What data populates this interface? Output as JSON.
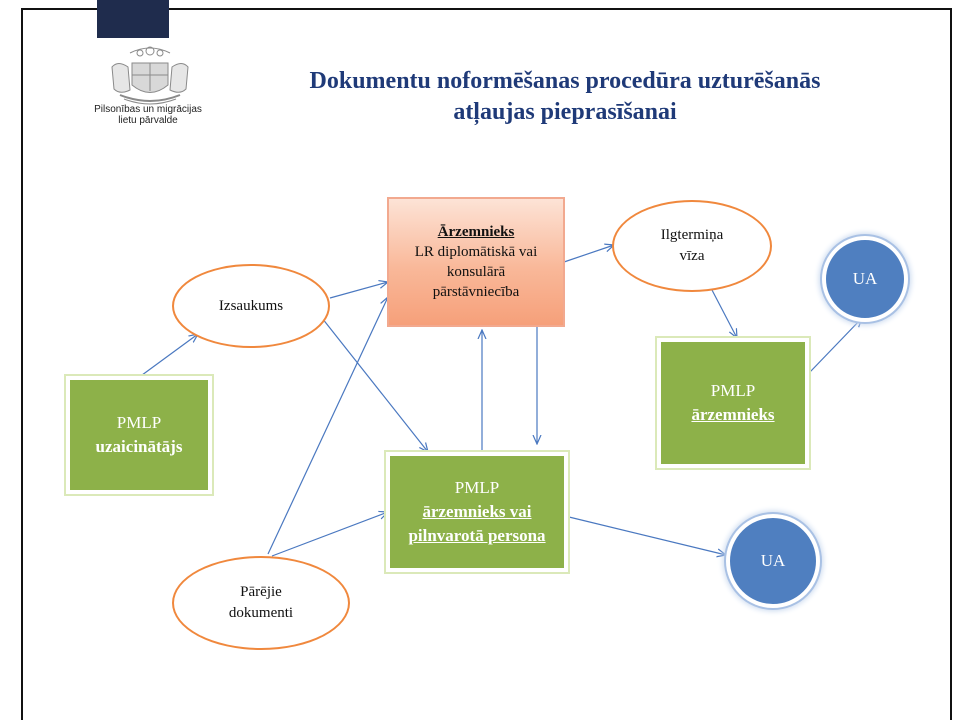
{
  "header": {
    "title_line1": "Dokumentu noformēšanas procedūra uzturēšanās",
    "title_line2": "atļaujas pieprasīšanai",
    "org_line1": "Pilsonības un migrācijas",
    "org_line2": "lietu pārvalde"
  },
  "nodes": {
    "izsaukums": "Izsaukums",
    "parejie_line1": "Pārējie",
    "parejie_line2": "dokumenti",
    "ilgtermina_line1": "Ilgtermiņa",
    "ilgtermina_line2": "vīza",
    "embassy_head": "Ārzemnieks",
    "embassy_line1": "LR diplomātiskā vai",
    "embassy_line2": "konsulārā",
    "embassy_line3": "pārstāvniecība",
    "pmlp_left_line1": "PMLP",
    "pmlp_left_line2": "uzaicinātājs",
    "pmlp_center_line1": "PMLP",
    "pmlp_center_line2": "ārzemnieks vai",
    "pmlp_center_line3": "pilnvarotā persona",
    "pmlp_right_line1": "PMLP",
    "pmlp_right_line2": "ārzemnieks",
    "ua_top": "UA",
    "ua_bottom": "UA"
  },
  "colors": {
    "title": "#1f3a78",
    "ellipse_border": "#f0883d",
    "green_box": "#8db149",
    "ua_circle": "#4f7fc0",
    "arrow": "#4a78c0"
  }
}
